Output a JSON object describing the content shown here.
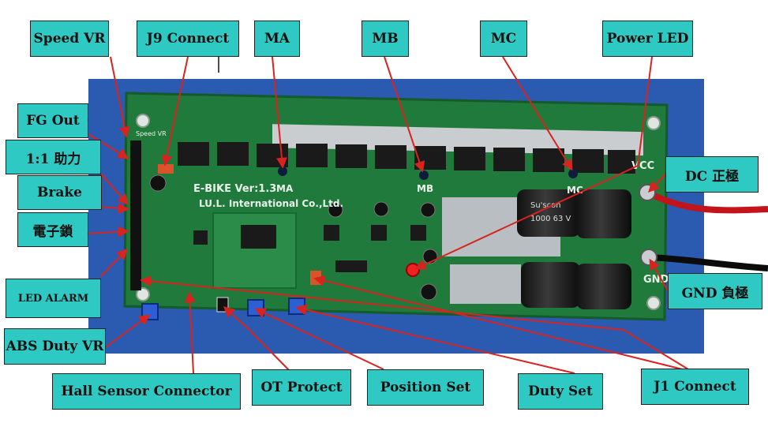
{
  "callouts": {
    "speed_vr": "Speed VR",
    "j9_connect": "J9 Connect",
    "ma": "MA",
    "mb": "MB",
    "mc": "MC",
    "power_led": "Power LED",
    "fg_out": "FG Out",
    "assist": "1:1 助力",
    "brake": "Brake",
    "e_lock": "電子鎖",
    "led_alarm": "LED ALARM",
    "abs_duty_vr": "ABS Duty VR",
    "hall_sensor_connector": "Hall Sensor Connector",
    "ot_protect": "OT Protect",
    "position_set": "Position Set",
    "duty_set": "Duty Set",
    "j1_connect": "J1 Connect",
    "dc_positive": "DC 正極",
    "gnd_negative": "GND 負極"
  },
  "board": {
    "title": "E-BIKE Ver:1.3",
    "company": "LU.L. International Co.,Ltd.",
    "silk_ma": "MA",
    "silk_mb": "MB",
    "silk_mc": "MC",
    "silk_vcc": "VCC",
    "silk_gnd": "GND",
    "silk_speed": "Speed VR",
    "cap_brand": "Su'scon",
    "cap_value": "1000 63 V"
  },
  "colors": {
    "callout_fill": "#2ec9c3",
    "arrow": "#d8231f",
    "backdrop": "#2a5bb0",
    "pcb": "#1f7a3c"
  }
}
